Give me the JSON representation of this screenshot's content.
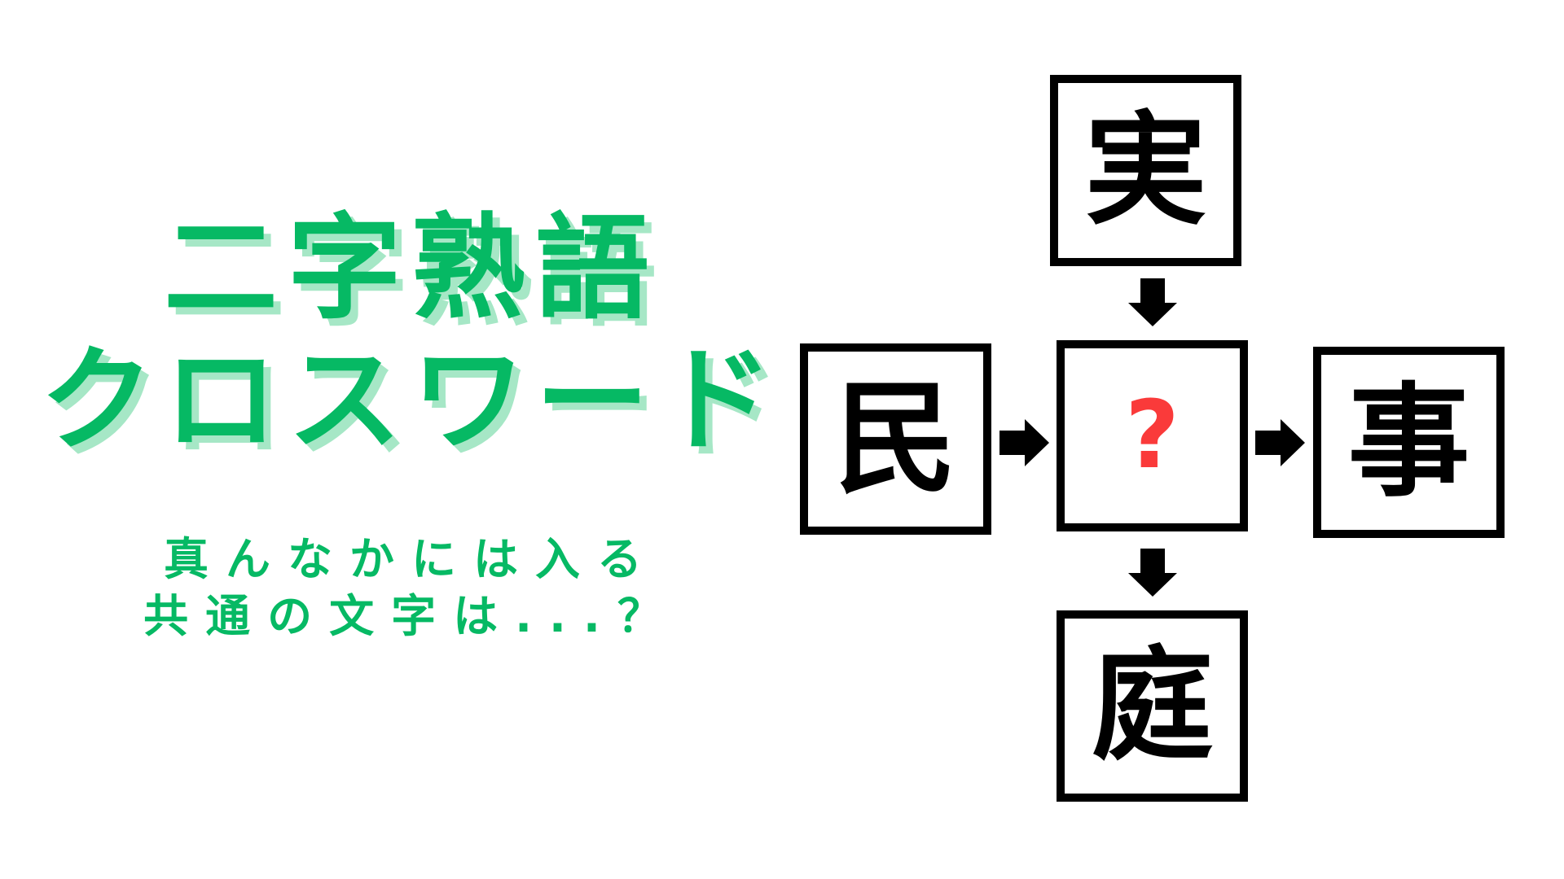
{
  "colors": {
    "green": "#06b964",
    "green_shadow": "#a6e7c6",
    "red": "#fa3a3a",
    "black": "#000000",
    "background": "#ffffff"
  },
  "title": {
    "line1": "二字熟語",
    "line2": "クロスワード"
  },
  "subtitle": {
    "line1": "真んなかには入る",
    "line2": "共通の文字は...？"
  },
  "puzzle": {
    "cells": [
      {
        "id": "top",
        "label": "実"
      },
      {
        "id": "left",
        "label": "民"
      },
      {
        "id": "center",
        "label": "?"
      },
      {
        "id": "right",
        "label": "事"
      },
      {
        "id": "bottom",
        "label": "庭"
      }
    ],
    "arrows": [
      {
        "id": "top-to-center",
        "direction": "down"
      },
      {
        "id": "left-to-center",
        "direction": "right"
      },
      {
        "id": "center-to-right",
        "direction": "right"
      },
      {
        "id": "center-to-bottom",
        "direction": "down"
      }
    ]
  }
}
